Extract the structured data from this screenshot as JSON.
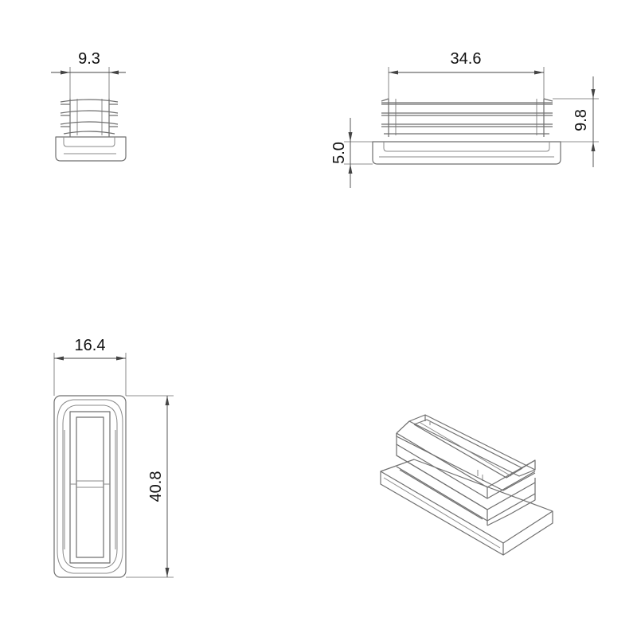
{
  "dimensions": {
    "small_width": "9.3",
    "side_length": "34.6",
    "side_height": "9.8",
    "flange_height": "5.0",
    "top_width": "16.4",
    "top_length": "40.8"
  },
  "colors": {
    "outline": "#6f6f6f",
    "dimension_line": "#444444",
    "text": "#111111",
    "background": "#ffffff"
  }
}
